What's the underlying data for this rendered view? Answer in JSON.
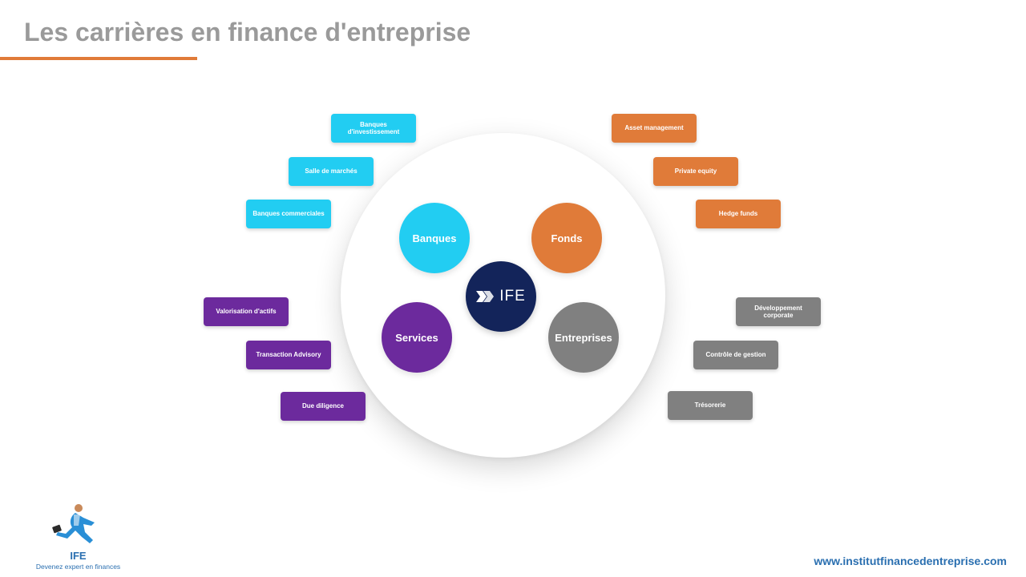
{
  "slide": {
    "title": "Les carrières en finance d'entreprise"
  },
  "diagram": {
    "center": {
      "label": "IFE"
    },
    "categories": {
      "banques": {
        "label": "Banques",
        "color": "#22cdf2"
      },
      "fonds": {
        "label": "Fonds",
        "color": "#e07b39"
      },
      "services": {
        "label": "Services",
        "color": "#6c2a9d"
      },
      "entreprises": {
        "label": "Entreprises",
        "color": "#808080"
      }
    },
    "careers": {
      "banques": [
        "Banques d'investissement",
        "Salle de marchés",
        "Banques commerciales"
      ],
      "fonds": [
        "Asset management",
        "Private equity",
        "Hedge funds"
      ],
      "services": [
        "Valorisation d'actifs",
        "Transaction Advisory",
        "Due diligence"
      ],
      "entreprises": [
        "Développement corporate",
        "Contrôle de gestion",
        "Trésorerie"
      ]
    }
  },
  "footer": {
    "logo_name": "IFE",
    "logo_tagline": "Devenez expert en finances",
    "website": "www.institutfinancedentreprise.com"
  },
  "colors": {
    "accent": "#e07b39",
    "title": "#9a9a9a",
    "brand_navy": "#13245a",
    "brand_blue": "#2a6fb0"
  }
}
